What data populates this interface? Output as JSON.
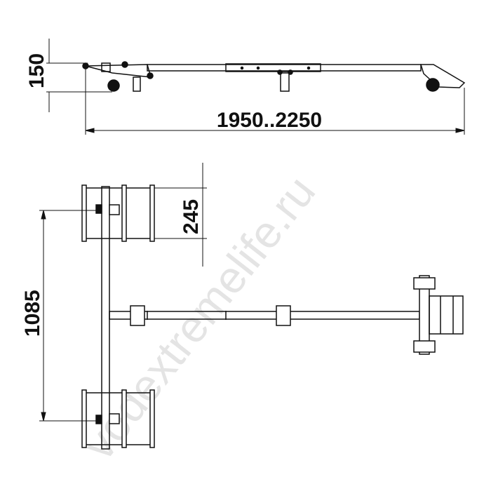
{
  "drawing": {
    "dimensions": {
      "height_side": "150",
      "length": "1950..2250",
      "module_width": "245",
      "track_width": "1085"
    },
    "watermark": "vodextremelife.ru",
    "colors": {
      "line": "#111111",
      "watermark": "#cfcfcf"
    }
  }
}
